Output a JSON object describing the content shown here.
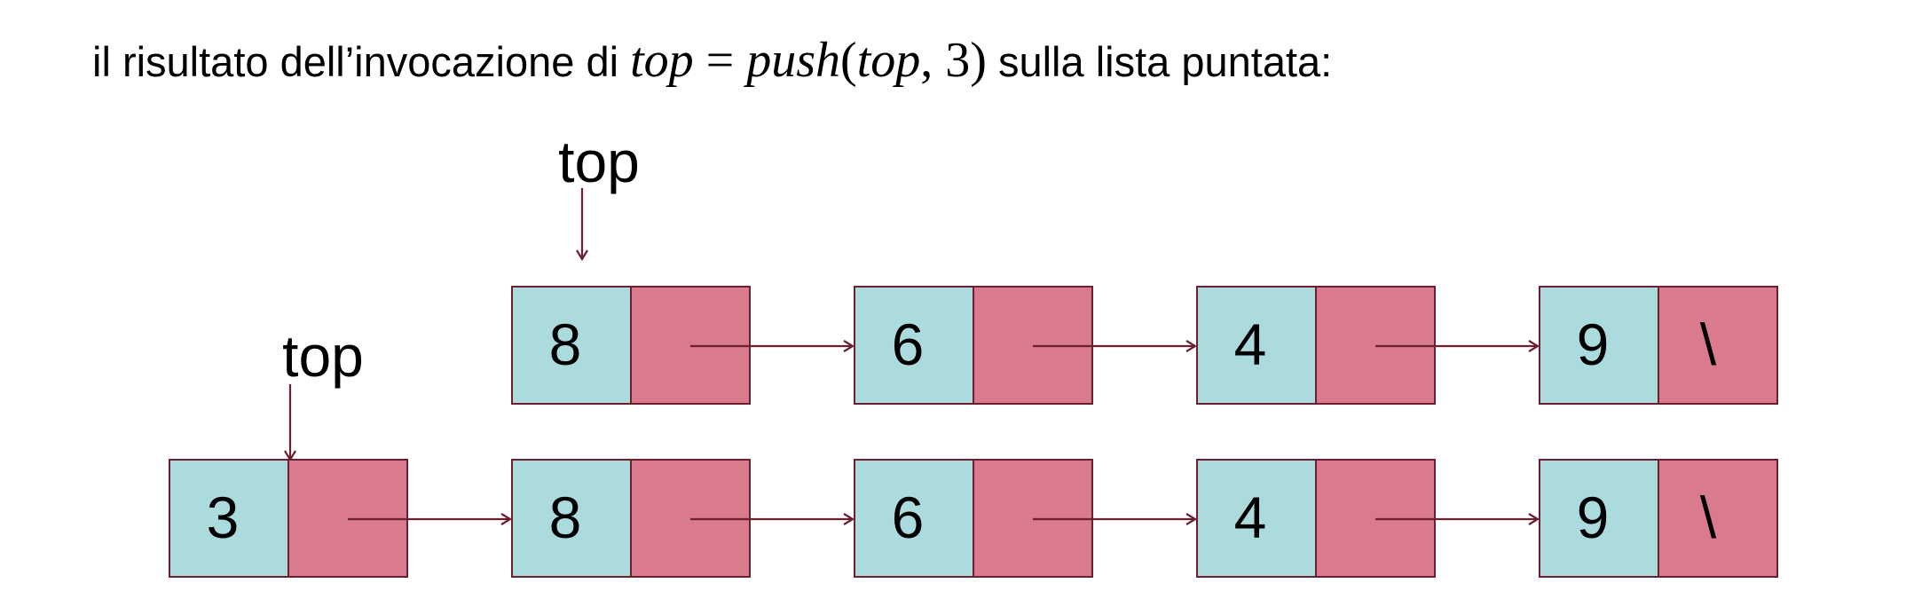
{
  "caption": {
    "before": "il risultato dell’invocazione di ",
    "math": {
      "lhs": "top",
      "eq": " = ",
      "fn": "push",
      "open": "(",
      "arg1": "top",
      "comma": ", ",
      "arg2": "3",
      "close": ")"
    },
    "after": " sulla lista puntata:"
  },
  "lists": [
    {
      "pointer_label": "top",
      "nodes": [
        {
          "value": "8",
          "next": ""
        },
        {
          "value": "6",
          "next": ""
        },
        {
          "value": "4",
          "next": ""
        },
        {
          "value": "9",
          "next": "\\"
        }
      ]
    },
    {
      "pointer_label": "top",
      "nodes": [
        {
          "value": "3",
          "next": ""
        },
        {
          "value": "8",
          "next": ""
        },
        {
          "value": "6",
          "next": ""
        },
        {
          "value": "4",
          "next": ""
        },
        {
          "value": "9",
          "next": "\\"
        }
      ]
    }
  ],
  "colors": {
    "value_cell": "#acdbde",
    "pointer_cell": "#d97b8d",
    "border": "#6b1f2f",
    "arrow": "#6b1f2f"
  }
}
